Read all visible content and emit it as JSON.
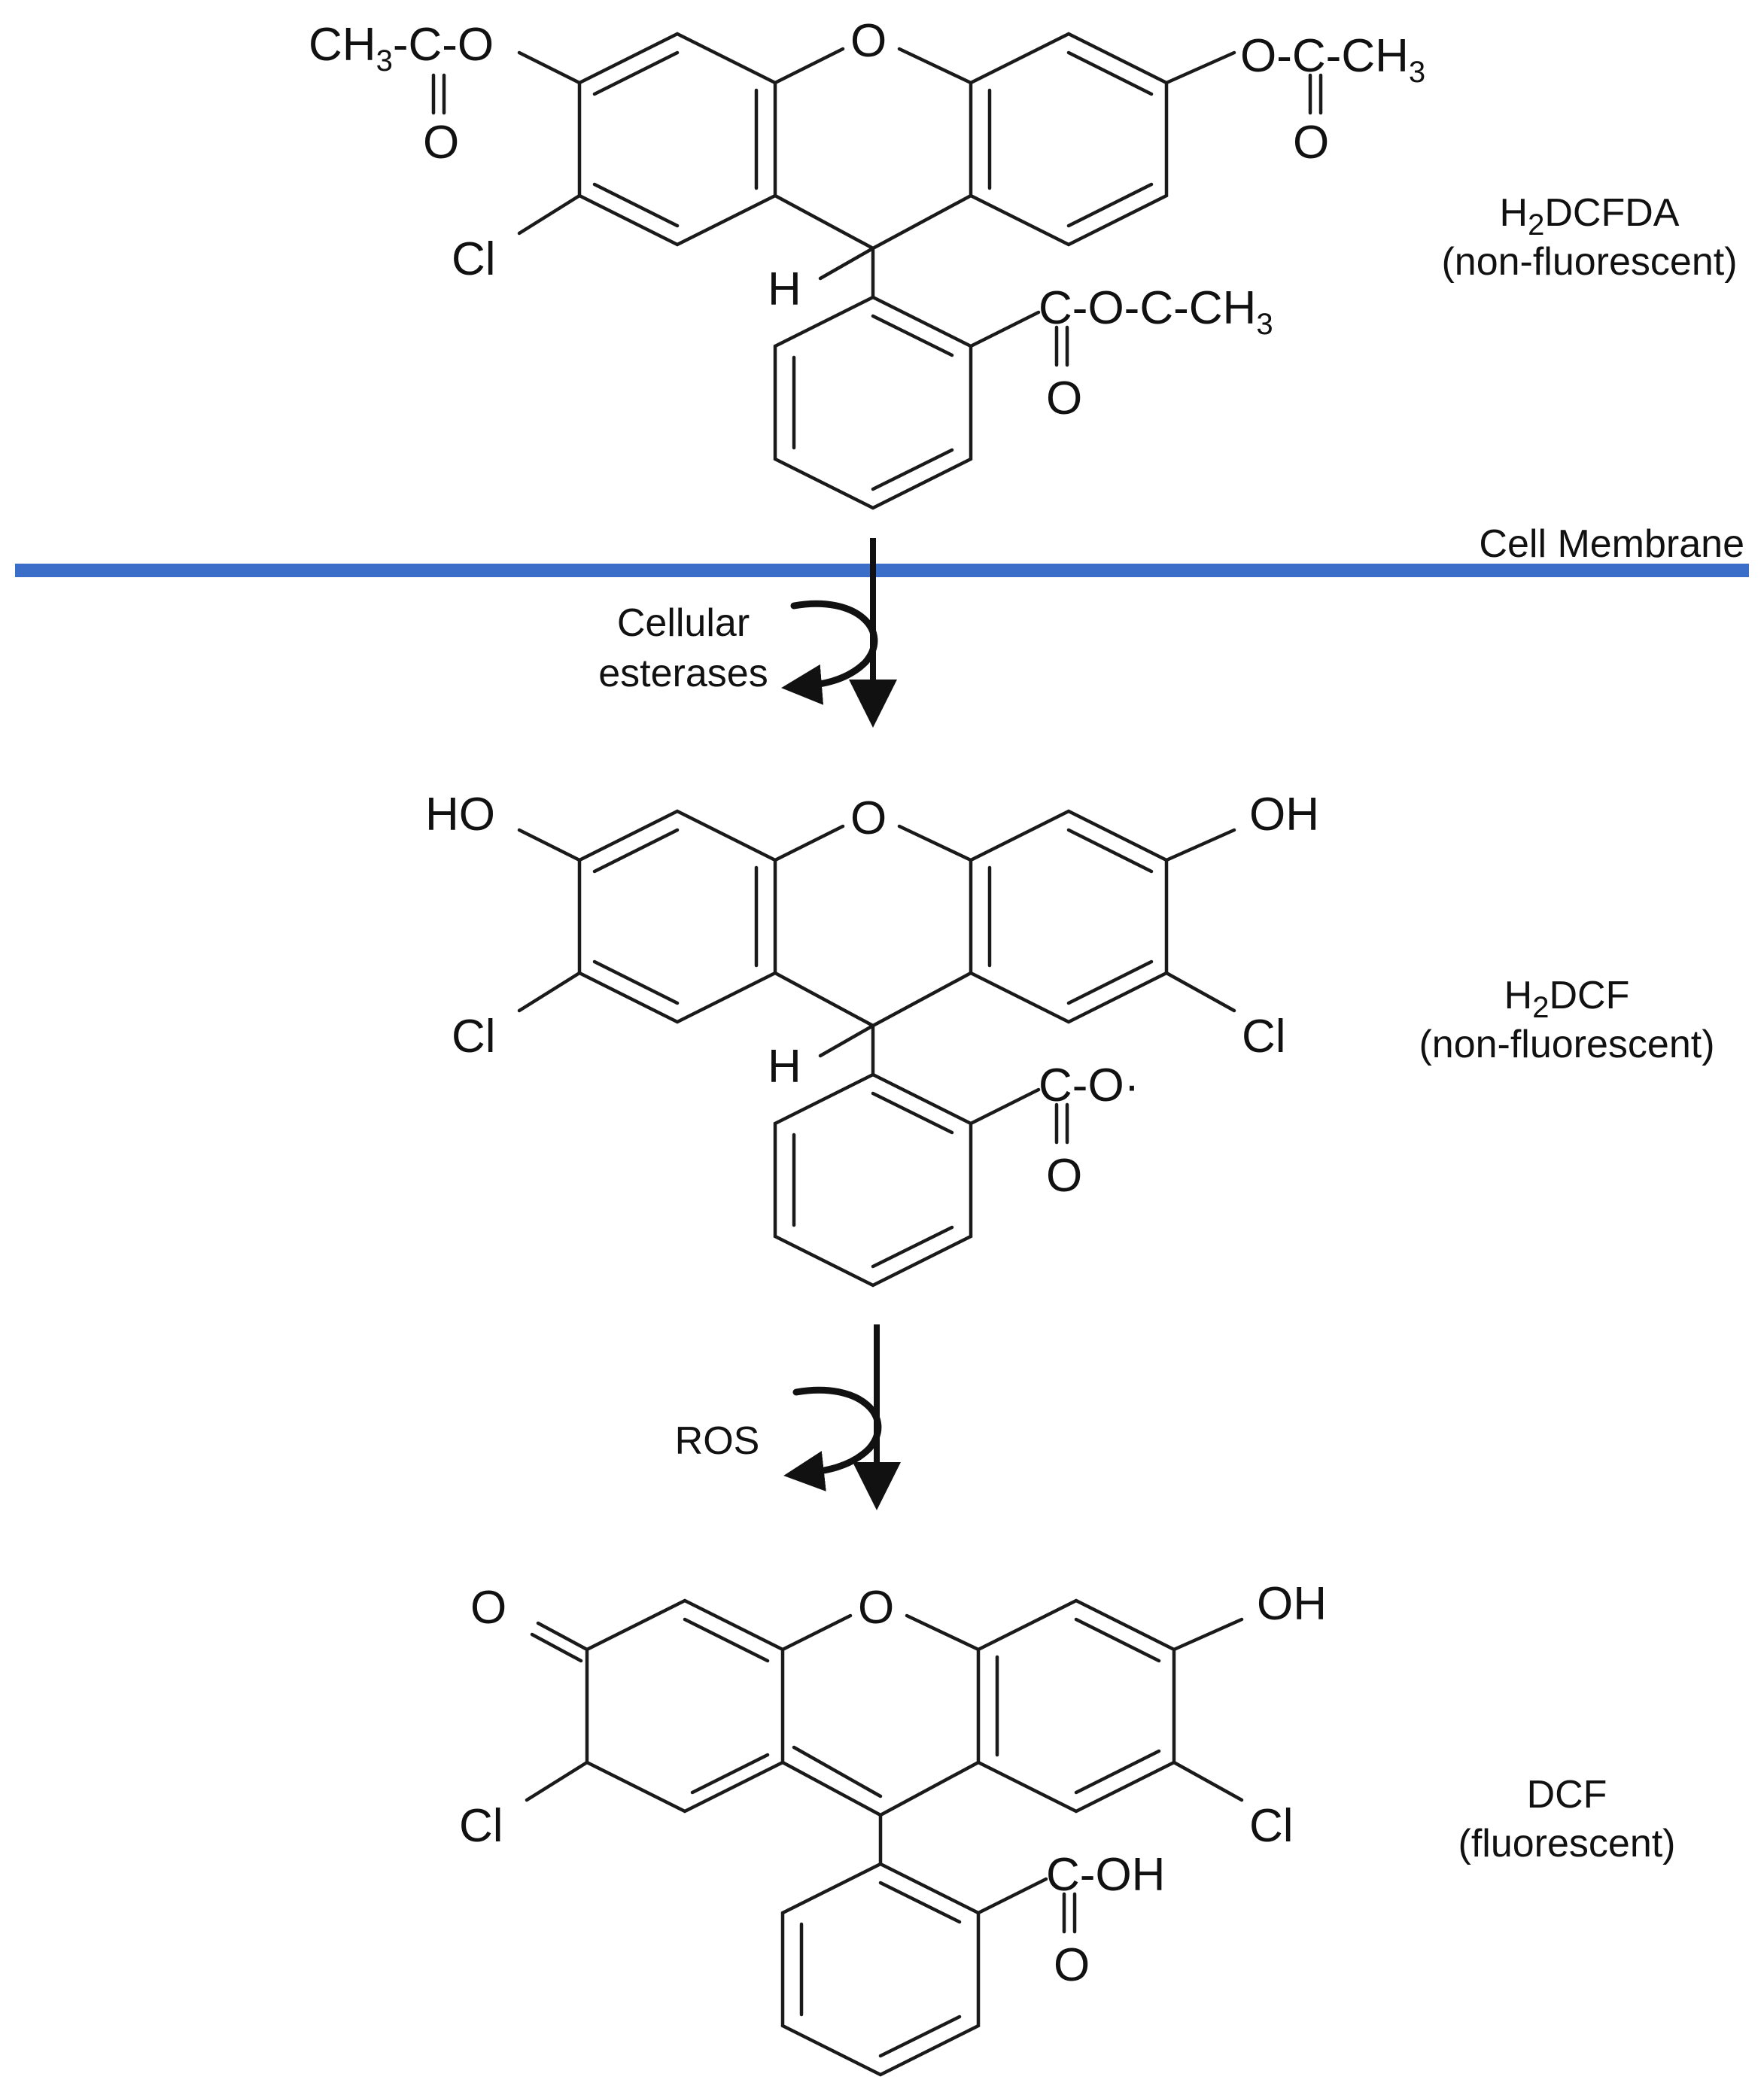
{
  "colors": {
    "membrane": "#3a6ec8",
    "ink": "#111111"
  },
  "membrane": {
    "label": "Cell Membrane"
  },
  "steps": [
    {
      "reagent_lines": [
        "Cellular",
        "esterases"
      ]
    },
    {
      "reagent_lines": [
        "ROS"
      ]
    }
  ],
  "compounds": [
    {
      "name_main": "H",
      "name_sub": "2",
      "name_rest": "DCFDA",
      "note": "(non-fluorescent)"
    },
    {
      "name_main": "H",
      "name_sub": "2",
      "name_rest": "DCF",
      "note": "(non-fluorescent)"
    },
    {
      "name_main": "",
      "name_sub": "",
      "name_rest": "DCF",
      "note": "(fluorescent)"
    }
  ],
  "atoms": {
    "oxygen": "O",
    "chlorine": "Cl",
    "hydrogen": "H",
    "carbon": "C",
    "hydroxyl_right": "OH",
    "hydroxyl_left": "HO",
    "methyl_ch": "CH",
    "methyl_sub": "3",
    "dash": "-",
    "radical_dot": "·"
  }
}
